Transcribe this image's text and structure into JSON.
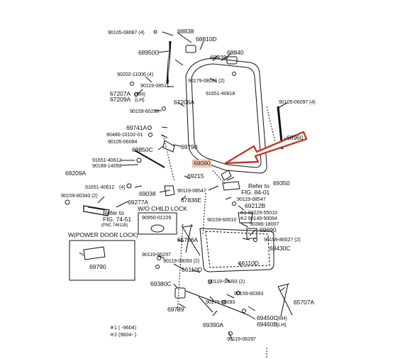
{
  "parts": {
    "p90105_08087": "90105-08087 (4)",
    "p68838_top": "68838",
    "p68810D": "68810D",
    "p68950C": "68950C",
    "p68838_mid": "68838",
    "p68840": "68840",
    "p90202_11006": "90202-11006 (4)",
    "p90179_08096": "90179-08096 (2)",
    "p90119_08511": "90119-08511",
    "p91651_40818": "91651-40818",
    "p67207A": "67207A",
    "p67209A": "67209A",
    "rh": "(RH)",
    "lh": "(LH)",
    "p90105_06097": "90105-06097 (4)",
    "p67206A": "67206A",
    "p90159_60230": "90159-60230",
    "p69741A": "69741A",
    "p90480_10102": "90480-10102-01",
    "p68960": "68960",
    "p90105_06094": "90105-06094",
    "p69850C": "69850C",
    "p69790_top": "69790",
    "p69090": "69090",
    "p91651_40612_a": "91651-40612",
    "p90189_14050": "90189-14050",
    "p69209A": "69209A",
    "p69215": "69215",
    "p69350": "69350",
    "p91651_40612_b": "91651-40612",
    "qty4": "(4)",
    "p90119_08547_a": "90119-08547",
    "refer_84": "Refer to",
    "fig_84": "FIG. 84-01",
    "p69038": "69038",
    "p67836E": "67836E",
    "p90159_60343": "90159-60343 (2)",
    "p69277A": "69277A",
    "p90119_08547_b": "90119-08547",
    "p69212B": "69212B",
    "p93229_55010": "※1 93229-55010",
    "p90149_50064": "※2 90149-50064",
    "p90386_18007": "90386-18007",
    "refer_74": "Refer to",
    "fig_74": "FIG. 74-51",
    "pnc_74": "(PNC 74611B)",
    "wo_child_lock": "W/O CHILD LOCK",
    "p90950_01229": "90950-01229",
    "p90159_60010": "90159-60010",
    "p69690": "69690",
    "p90159_80027": "90159-80027 (2)",
    "p69430C": "69430C",
    "w_power_door_lock": "W(POWER DOOR LOCK)",
    "p69790_box": "69790",
    "p65706A": "65706A",
    "p90119_06297_a": "90119-06297",
    "p90119_08093_a": "90119-08093 (2)",
    "p66110D_a": "66110D",
    "p66110D_b": "66110D",
    "p90119_08093_b": "90119-08093 (2)",
    "p69380C": "69380C",
    "p90159_60393": "90159-60393",
    "p65707A": "65707A",
    "p90179_08093": "90179-08093",
    "p69789": "69789",
    "p69390A": "69390A",
    "p69450C": "69450C",
    "p69460B": "69460B",
    "p90119_06297_b": "90119-06297",
    "note1": "※1 (        -9604)",
    "note2": "※2 (9604-        )"
  }
}
